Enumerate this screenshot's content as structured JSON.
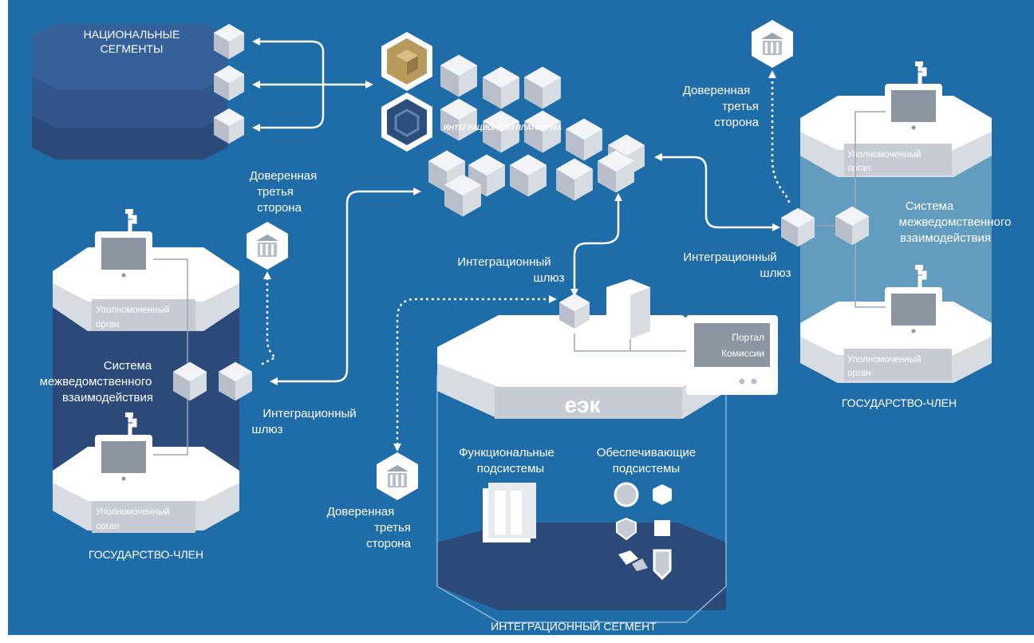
{
  "colors": {
    "background": "#1f6da8",
    "frame": "#ffffff",
    "dark_floor": "#2b4a7a",
    "glass": "#6fa6c4",
    "platform_gold": "#b99a5d",
    "platform_navy": "#2c4e7a",
    "white": "#ffffff"
  },
  "national_segments": {
    "label_line1": "НАЦИОНАЛЬНЫЕ",
    "label_line2": "СЕГМЕНТЫ"
  },
  "integration_platform": {
    "label": "ИНТЕГРАЦИОННАЯ ПЛАТФОРМА"
  },
  "state_left": {
    "organ_top_line1": "Уполномоченный",
    "organ_top_line2": "орган",
    "organ_bottom_line1": "Уполномоченный",
    "organ_bottom_line2": "орган",
    "system_line1": "Система",
    "system_line2": "межведомственного",
    "system_line3": "взаимодействия",
    "gateway_line1": "Интеграционный",
    "gateway_line2": "шлюз",
    "title": "ГОСУДАРСТВО-ЧЛЕН"
  },
  "state_right": {
    "organ_top_line1": "Уполномоченный",
    "organ_top_line2": "орган",
    "organ_bottom_line1": "Уполномоченный",
    "organ_bottom_line2": "орган",
    "system_line1": "Система",
    "system_line2": "межведомственного",
    "system_line3": "взаимодействия",
    "gateway_line1": "Интеграционный",
    "gateway_line2": "шлюз",
    "title": "ГОСУДАРСТВО-ЧЛЕН"
  },
  "trusted_left": {
    "line1": "Доверенная",
    "line2": "третья",
    "line3": "сторона"
  },
  "trusted_right": {
    "line1": "Доверенная",
    "line2": "третья",
    "line3": "сторона"
  },
  "trusted_bottom": {
    "line1": "Доверенная",
    "line2": "третья",
    "line3": "сторона"
  },
  "center": {
    "gateway_line1": "Интеграционный",
    "gateway_line2": "шлюз",
    "portal_line1": "Портал",
    "portal_line2": "Комиссии",
    "eek": "еэк",
    "functional_line1": "Функциональные",
    "functional_line2": "подсистемы",
    "supporting_line1": "Обеспечивающие",
    "supporting_line2": "подсистемы",
    "title": "ИНТЕГРАЦИОННЫЙ СЕГМЕНТ"
  }
}
